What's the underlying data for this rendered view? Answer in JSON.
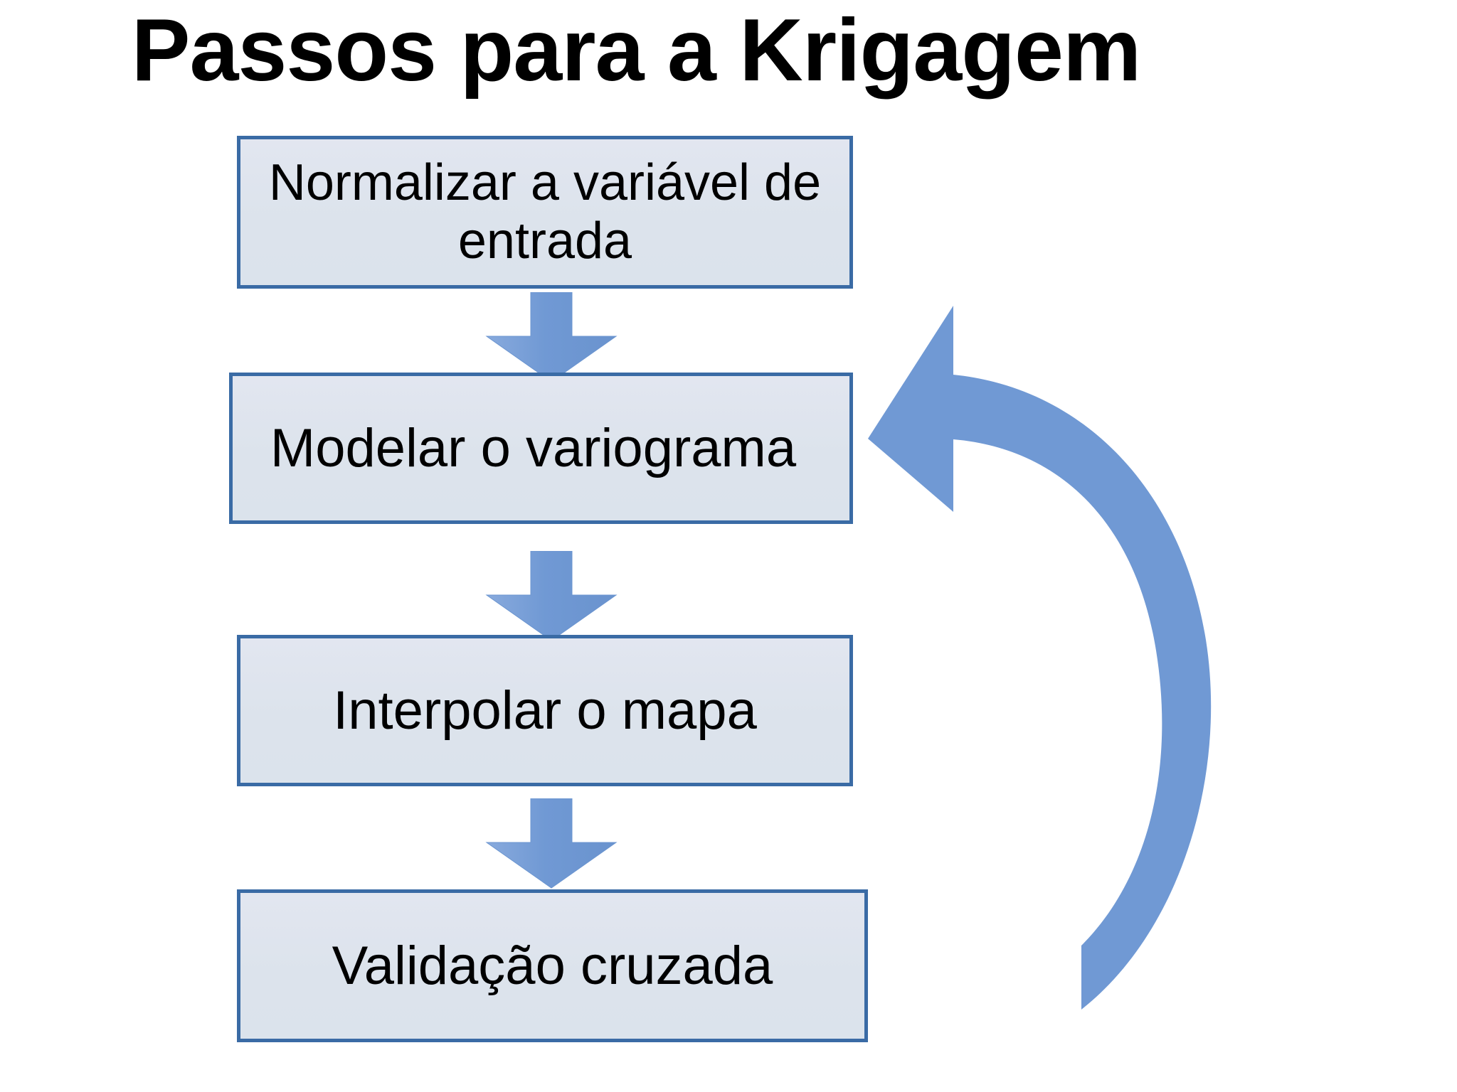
{
  "slide": {
    "title": "Passos para a Krigagem",
    "background_color": "#ffffff",
    "title_color": "#000000"
  },
  "theme": {
    "box_fill": "#dde3ec",
    "box_border": "#3a6ba5",
    "arrow_fill": "#7099d4",
    "arrow_fill_dark": "#6b95d0",
    "text_color": "#000000"
  },
  "flow": {
    "steps": [
      {
        "id": "normalizar",
        "label": "Normalizar a variável de entrada",
        "line1": "Normalizar a variável",
        "line2": "de entrada"
      },
      {
        "id": "variograma",
        "label": "Modelar o variograma"
      },
      {
        "id": "interpolar",
        "label": "Interpolar o mapa"
      },
      {
        "id": "validacao",
        "label": "Validação cruzada"
      }
    ],
    "connectors": [
      {
        "id": "connector-1",
        "icon": "down-arrow-icon",
        "from": "normalizar",
        "to": "variograma"
      },
      {
        "id": "connector-2",
        "icon": "down-arrow-icon",
        "from": "variograma",
        "to": "interpolar"
      },
      {
        "id": "connector-3",
        "icon": "down-arrow-icon",
        "from": "interpolar",
        "to": "validacao"
      }
    ],
    "feedback": {
      "id": "feedback-loop",
      "icon": "curved-back-arrow-icon",
      "from": "validacao",
      "to": "variograma"
    }
  }
}
